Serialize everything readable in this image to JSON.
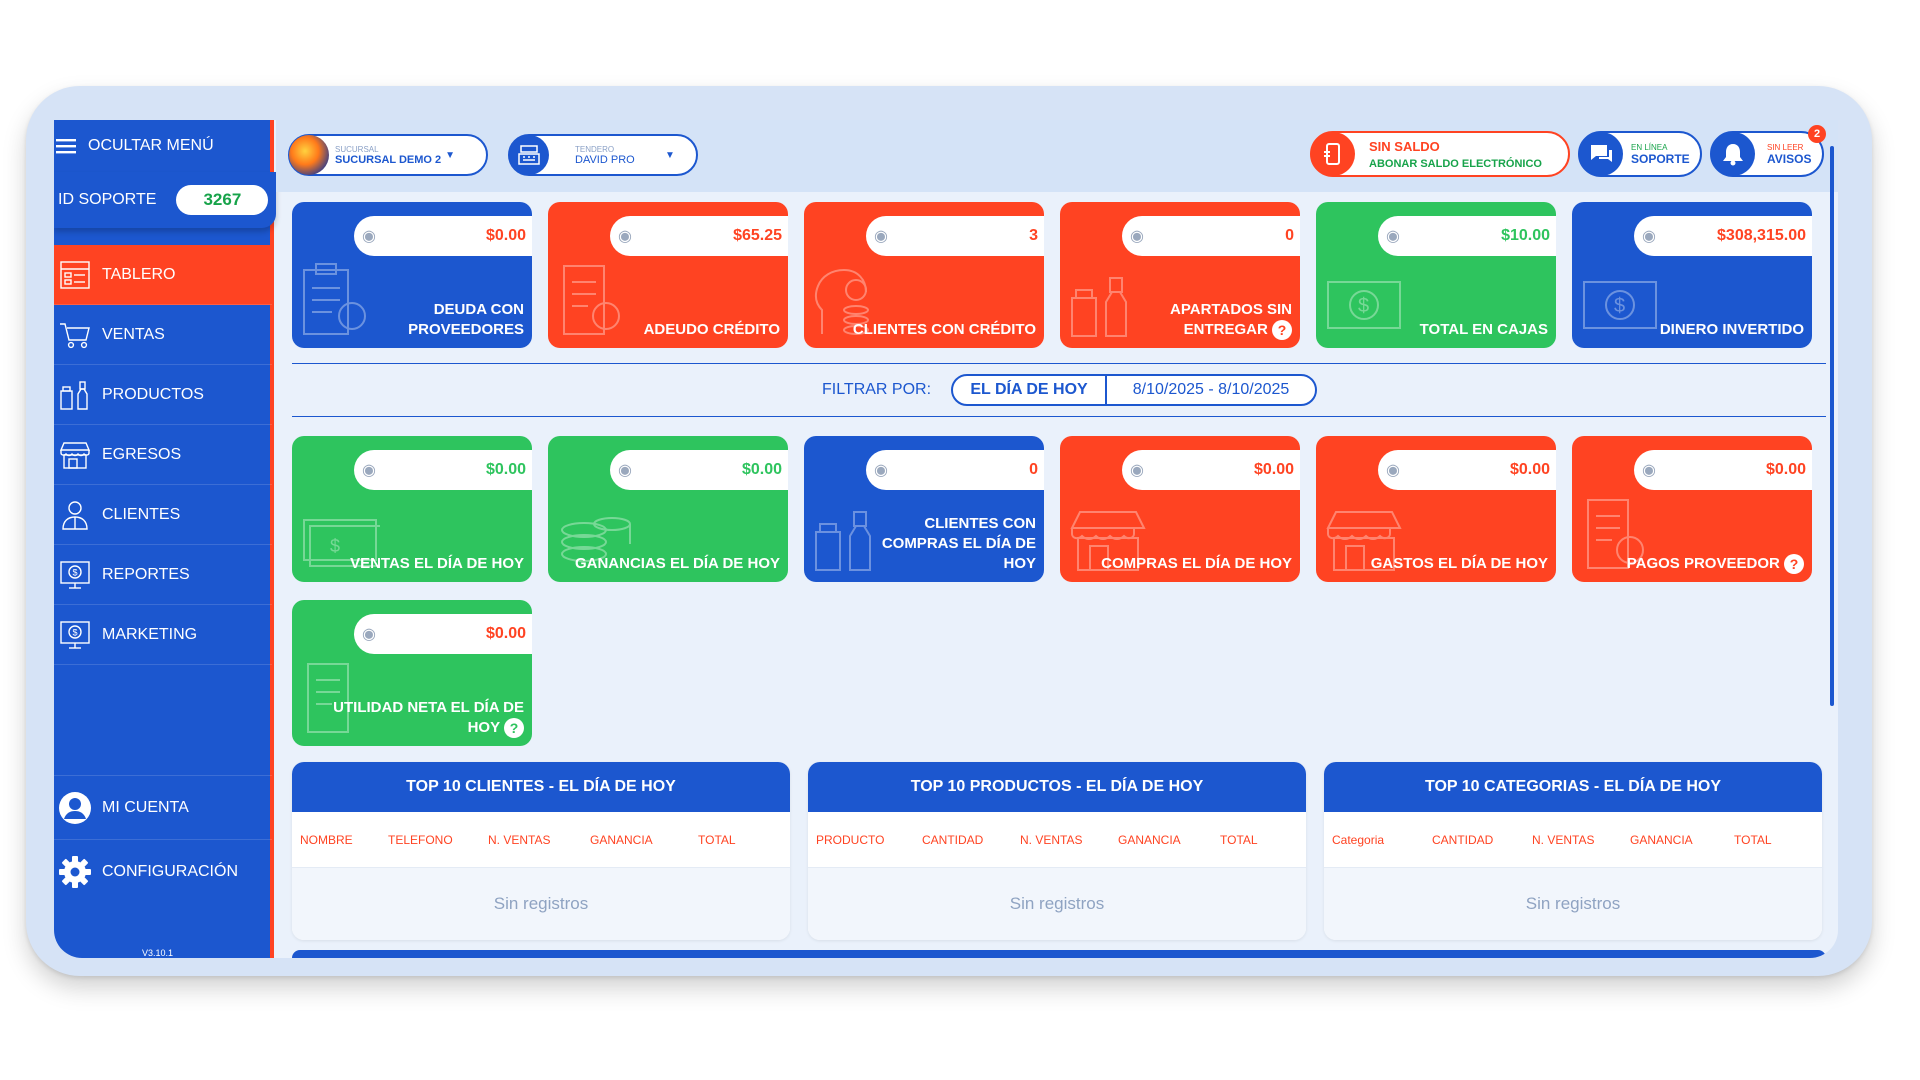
{
  "sidebar": {
    "hide_menu": "OCULTAR MENÚ",
    "support_label": "ID SOPORTE",
    "support_id": "3267",
    "items": [
      {
        "label": "TABLERO",
        "icon": "dashboard-icon"
      },
      {
        "label": "VENTAS",
        "icon": "cart-icon"
      },
      {
        "label": "PRODUCTOS",
        "icon": "products-icon"
      },
      {
        "label": "EGRESOS",
        "icon": "store-icon"
      },
      {
        "label": "CLIENTES",
        "icon": "client-icon"
      },
      {
        "label": "REPORTES",
        "icon": "report-icon"
      },
      {
        "label": "MARKETING",
        "icon": "marketing-icon"
      }
    ],
    "account": "MI CUENTA",
    "settings": "CONFIGURACIÓN",
    "version": "V3.10.1"
  },
  "topbar": {
    "branch_caption": "SUCURSAL",
    "branch_value": "SUCURSAL DEMO 2",
    "clerk_caption": "TENDERO",
    "clerk_value": "DAVID PRO",
    "balance_title": "SIN SALDO",
    "balance_sub": "ABONAR SALDO ELECTRÓNICO",
    "support_caption": "EN LÍNEA",
    "support_label": "SOPORTE",
    "notices_caption": "SIN LEER",
    "notices_label": "AVISOS",
    "notices_count": "2"
  },
  "summary_cards": [
    {
      "value": "$0.00",
      "label": "DEUDA CON PROVEEDORES",
      "color": "#1c57cf",
      "value_color": "#ff4322"
    },
    {
      "value": "$65.25",
      "label": "ADEUDO CRÉDITO",
      "color": "#ff4322",
      "value_color": "#ff4322"
    },
    {
      "value": "3",
      "label": "CLIENTES CON CRÉDITO",
      "color": "#ff4322",
      "value_color": "#ff4322"
    },
    {
      "value": "0",
      "label": "APARTADOS SIN ENTREGAR",
      "color": "#ff4322",
      "value_color": "#ff4322"
    },
    {
      "value": "$10.00",
      "label": "TOTAL EN CAJAS",
      "color": "#2ec45e",
      "value_color": "#2ec45e"
    },
    {
      "value": "$308,315.00",
      "label": "DINERO INVERTIDO",
      "color": "#1c57cf",
      "value_color": "#ff4322"
    }
  ],
  "filter": {
    "label": "FILTRAR POR:",
    "period": "EL DÍA DE HOY",
    "range": "8/10/2025 - 8/10/2025"
  },
  "day_cards": [
    {
      "value": "$0.00",
      "label": "VENTAS EL DÍA DE HOY",
      "color": "#2ec45e",
      "value_color": "#2ec45e"
    },
    {
      "value": "$0.00",
      "label": "GANANCIAS EL DÍA DE HOY",
      "color": "#2ec45e",
      "value_color": "#2ec45e"
    },
    {
      "value": "0",
      "label": "CLIENTES CON COMPRAS EL DÍA DE HOY",
      "color": "#1c57cf",
      "value_color": "#ff4322"
    },
    {
      "value": "$0.00",
      "label": "COMPRAS EL DÍA DE HOY",
      "color": "#ff4322",
      "value_color": "#ff4322"
    },
    {
      "value": "$0.00",
      "label": "GASTOS EL DÍA DE HOY",
      "color": "#ff4322",
      "value_color": "#ff4322"
    },
    {
      "value": "$0.00",
      "label": "PAGOS PROVEEDOR",
      "color": "#ff4322",
      "value_color": "#ff4322"
    },
    {
      "value": "$0.00",
      "label": "UTILIDAD NETA EL DÍA DE HOY",
      "color": "#2ec45e",
      "value_color": "#ff4322"
    }
  ],
  "tables": [
    {
      "title": "TOP 10 CLIENTES - EL DÍA DE HOY",
      "columns": [
        "NOMBRE",
        "TELEFONO",
        "N. VENTAS",
        "GANANCIA",
        "TOTAL"
      ],
      "empty": "Sin registros"
    },
    {
      "title": "TOP 10 PRODUCTOS - EL DÍA DE HOY",
      "columns": [
        "PRODUCTO",
        "CANTIDAD",
        "N. VENTAS",
        "GANANCIA",
        "TOTAL"
      ],
      "empty": "Sin registros"
    },
    {
      "title": "TOP 10 CATEGORIAS - EL DÍA DE HOY",
      "columns": [
        "Categoria",
        "CANTIDAD",
        "N. VENTAS",
        "GANANCIA",
        "TOTAL"
      ],
      "empty": "Sin registros"
    }
  ]
}
